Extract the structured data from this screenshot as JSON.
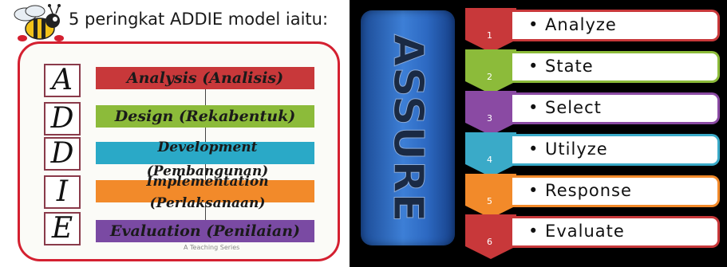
{
  "addie": {
    "title": "5 peringkat ADDIE model iaitu:",
    "watermark": "A Teaching Series",
    "phases": [
      {
        "letter": "A",
        "text": "Analysis (Analisis)",
        "color": "#c8383a"
      },
      {
        "letter": "D",
        "text": "Design (Rekabentuk)",
        "color": "#8cbb3a"
      },
      {
        "letter": "D",
        "text": "Development (Pembangunan)",
        "color": "#2aa9c7"
      },
      {
        "letter": "I",
        "text": "Implementation (Perlaksanaan)",
        "color": "#f28a2a"
      },
      {
        "letter": "E",
        "text": "Evaluation (Penilaian)",
        "color": "#7a4aa3"
      }
    ]
  },
  "assure": {
    "title": "ASSURE",
    "color": "#2d69c2",
    "steps": [
      {
        "num": "1",
        "label": "• Analyze",
        "color": "#c8383a"
      },
      {
        "num": "2",
        "label": "• State",
        "color": "#8cbb3a"
      },
      {
        "num": "3",
        "label": "• Select",
        "color": "#8a4aa3"
      },
      {
        "num": "4",
        "label": "• Utilyze",
        "color": "#3aaac8"
      },
      {
        "num": "5",
        "label": "• Response",
        "color": "#f28a2a"
      },
      {
        "num": "6",
        "label": "• Evaluate",
        "color": "#c8383a"
      }
    ]
  }
}
